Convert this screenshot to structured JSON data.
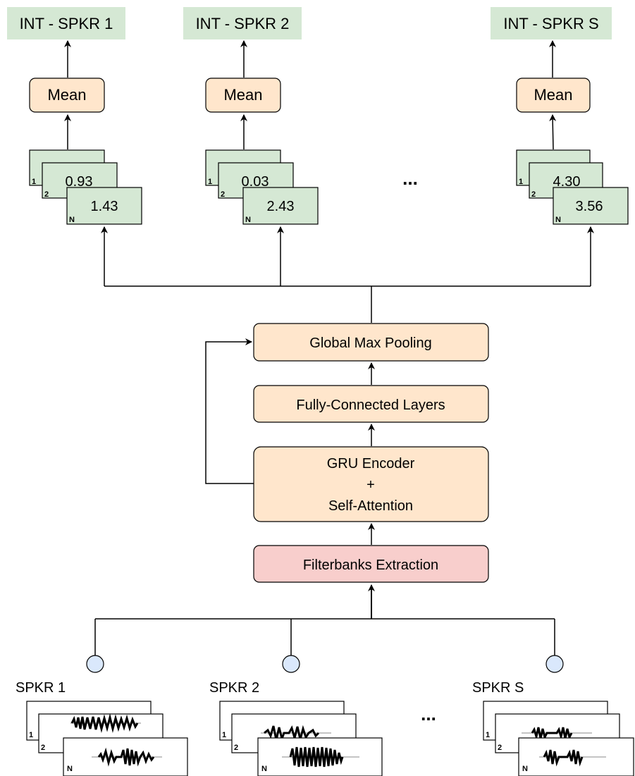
{
  "outputs": [
    {
      "label": "INT - SPKR 1",
      "mean": "Mean",
      "card1": "1",
      "card2": "2",
      "cardN": "N",
      "val2": "0.93",
      "valN": "1.43"
    },
    {
      "label": "INT - SPKR 2",
      "mean": "Mean",
      "card1": "1",
      "card2": "2",
      "cardN": "N",
      "val2": "0.03",
      "valN": "2.43"
    },
    {
      "label": "INT - SPKR S",
      "mean": "Mean",
      "card1": "1",
      "card2": "2",
      "cardN": "N",
      "val2": "4.30",
      "valN": "3.56"
    }
  ],
  "ellipsis": "...",
  "pipeline": {
    "global_max_pooling": "Global Max Pooling",
    "fully_connected": "Fully-Connected Layers",
    "gru_line1": "GRU Encoder",
    "gru_line2": "+",
    "gru_line3": "Self-Attention",
    "filterbanks": "Filterbanks Extraction"
  },
  "inputs": [
    {
      "label": "SPKR 1",
      "card1": "1",
      "card2": "2",
      "cardN": "N"
    },
    {
      "label": "SPKR 2",
      "card1": "1",
      "card2": "2",
      "cardN": "N"
    },
    {
      "label": "SPKR S",
      "card1": "1",
      "card2": "2",
      "cardN": "N"
    }
  ],
  "colors": {
    "green_fill": "#d5e8d4",
    "orange_fill": "#ffe6cc",
    "red_fill": "#f8cecc",
    "blue_fill": "#dae8fc",
    "stroke": "#000000"
  }
}
